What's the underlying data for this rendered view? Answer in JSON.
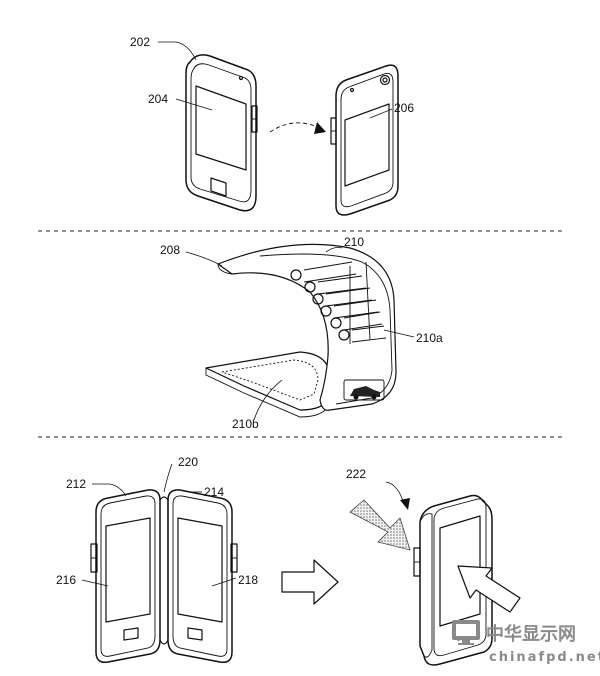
{
  "labels": {
    "l202": "202",
    "l204": "204",
    "l206": "206",
    "l208": "208",
    "l210": "210",
    "l210a": "210a",
    "l210b": "210b",
    "l212": "212",
    "l214": "214",
    "l216": "216",
    "l218": "218",
    "l220": "220",
    "l222": "222"
  },
  "watermark": {
    "title": "中华显示网",
    "url": "chinafpd.net",
    "color": "#8a8a8a"
  }
}
